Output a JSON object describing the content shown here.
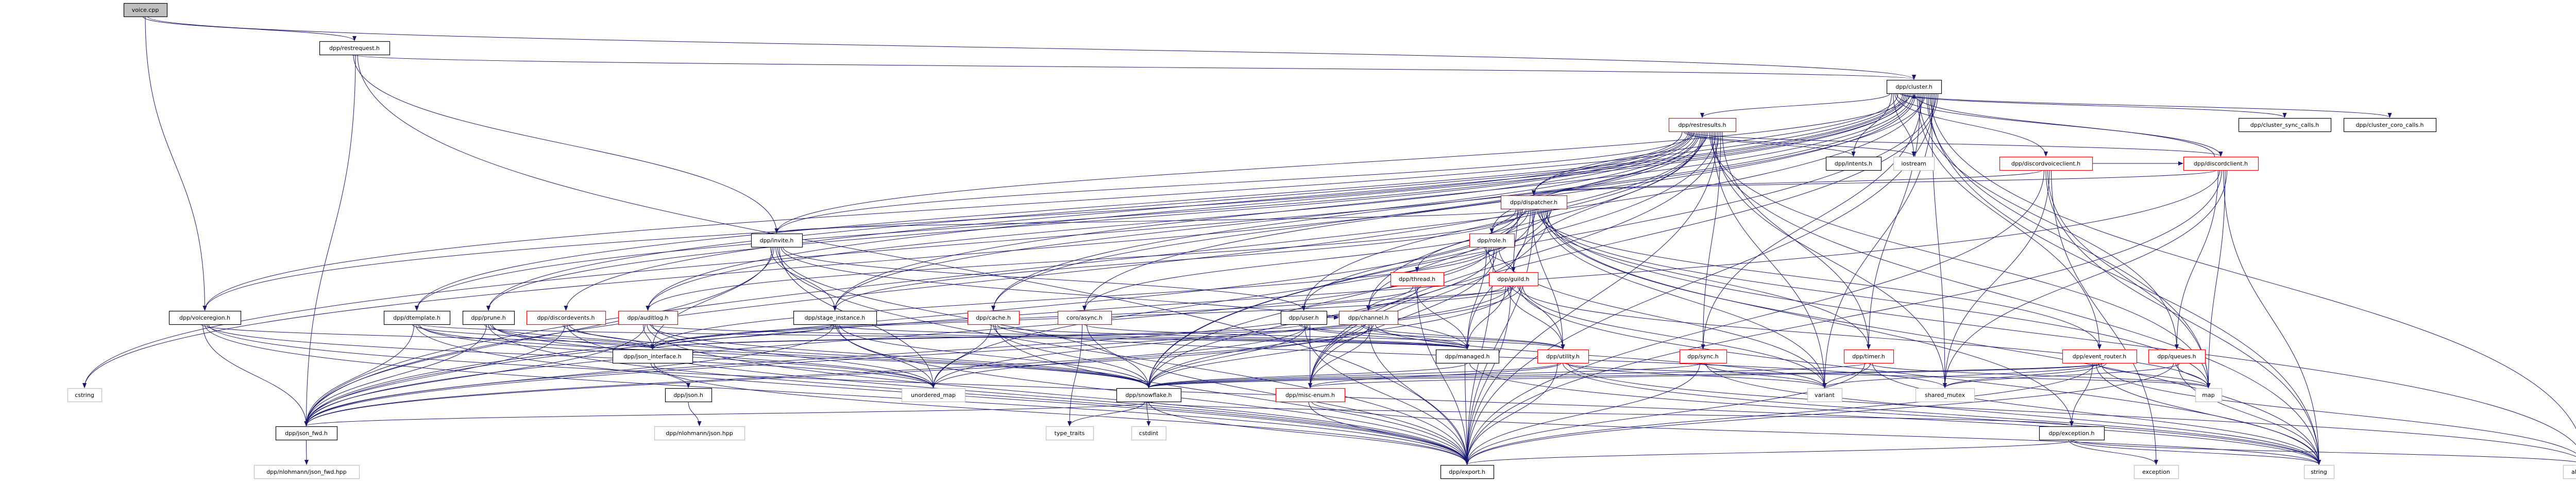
{
  "title": "voice.cpp include dependency graph",
  "colors": {
    "edge": "#191970",
    "root_fill": "#bfbfbf",
    "normal_border": "#000000",
    "truncated_border": "#ff0000",
    "system_border": "#bfbfbf"
  },
  "nodes": [
    {
      "id": "voice",
      "label": "voice.cpp",
      "kind": "root"
    },
    {
      "id": "restrequest",
      "label": "dpp/restrequest.h",
      "kind": "normal"
    },
    {
      "id": "cluster",
      "label": "dpp/cluster.h",
      "kind": "normal"
    },
    {
      "id": "restresults",
      "label": "dpp/restresults.h",
      "kind": "truncated"
    },
    {
      "id": "sync_calls",
      "label": "dpp/cluster_sync_calls.h",
      "kind": "normal"
    },
    {
      "id": "coro_calls",
      "label": "dpp/cluster_coro_calls.h",
      "kind": "normal"
    },
    {
      "id": "intents",
      "label": "dpp/intents.h",
      "kind": "normal"
    },
    {
      "id": "iostream",
      "label": "iostream",
      "kind": "system"
    },
    {
      "id": "dvc",
      "label": "dpp/discordvoiceclient.h",
      "kind": "truncated"
    },
    {
      "id": "dc",
      "label": "dpp/discordclient.h",
      "kind": "truncated"
    },
    {
      "id": "dispatcher",
      "label": "dpp/dispatcher.h",
      "kind": "truncated"
    },
    {
      "id": "invite",
      "label": "dpp/invite.h",
      "kind": "normal"
    },
    {
      "id": "role",
      "label": "dpp/role.h",
      "kind": "truncated"
    },
    {
      "id": "thread",
      "label": "dpp/thread.h",
      "kind": "truncated"
    },
    {
      "id": "guild",
      "label": "dpp/guild.h",
      "kind": "truncated"
    },
    {
      "id": "voiceregion",
      "label": "dpp/voiceregion.h",
      "kind": "normal"
    },
    {
      "id": "dtemplate",
      "label": "dpp/dtemplate.h",
      "kind": "normal"
    },
    {
      "id": "prune",
      "label": "dpp/prune.h",
      "kind": "normal"
    },
    {
      "id": "devents",
      "label": "dpp/discordevents.h",
      "kind": "truncated"
    },
    {
      "id": "auditlog",
      "label": "dpp/auditlog.h",
      "kind": "truncated"
    },
    {
      "id": "stage",
      "label": "dpp/stage_instance.h",
      "kind": "normal"
    },
    {
      "id": "cache",
      "label": "dpp/cache.h",
      "kind": "truncated"
    },
    {
      "id": "async",
      "label": "coro/async.h",
      "kind": "truncated"
    },
    {
      "id": "user",
      "label": "dpp/user.h",
      "kind": "normal"
    },
    {
      "id": "channel",
      "label": "dpp/channel.h",
      "kind": "truncated"
    },
    {
      "id": "jsonif",
      "label": "dpp/json_interface.h",
      "kind": "normal"
    },
    {
      "id": "managed",
      "label": "dpp/managed.h",
      "kind": "normal"
    },
    {
      "id": "utility",
      "label": "dpp/utility.h",
      "kind": "truncated"
    },
    {
      "id": "sync",
      "label": "dpp/sync.h",
      "kind": "truncated"
    },
    {
      "id": "timer",
      "label": "dpp/timer.h",
      "kind": "truncated"
    },
    {
      "id": "evrouter",
      "label": "dpp/event_router.h",
      "kind": "truncated"
    },
    {
      "id": "queues",
      "label": "dpp/queues.h",
      "kind": "truncated"
    },
    {
      "id": "cstring",
      "label": "cstring",
      "kind": "system"
    },
    {
      "id": "json",
      "label": "dpp/json.h",
      "kind": "normal"
    },
    {
      "id": "umap",
      "label": "unordered_map",
      "kind": "system"
    },
    {
      "id": "snowflake",
      "label": "dpp/snowflake.h",
      "kind": "normal"
    },
    {
      "id": "miscenum",
      "label": "dpp/misc-enum.h",
      "kind": "truncated"
    },
    {
      "id": "variant",
      "label": "variant",
      "kind": "system"
    },
    {
      "id": "smutex",
      "label": "shared_mutex",
      "kind": "system"
    },
    {
      "id": "map",
      "label": "map",
      "kind": "system"
    },
    {
      "id": "jsonfwd",
      "label": "dpp/json_fwd.h",
      "kind": "normal"
    },
    {
      "id": "jsonhpp",
      "label": "dpp/nlohmann/json.hpp",
      "kind": "system"
    },
    {
      "id": "typetraits",
      "label": "type_traits",
      "kind": "system"
    },
    {
      "id": "cstdint",
      "label": "cstdint",
      "kind": "system"
    },
    {
      "id": "exch",
      "label": "dpp/exception.h",
      "kind": "normal"
    },
    {
      "id": "jsonfwdhpp",
      "label": "dpp/nlohmann/json_fwd.hpp",
      "kind": "system"
    },
    {
      "id": "export",
      "label": "dpp/export.h",
      "kind": "normal"
    },
    {
      "id": "exception",
      "label": "exception",
      "kind": "system"
    },
    {
      "id": "string",
      "label": "string",
      "kind": "system"
    },
    {
      "id": "algorithm",
      "label": "algorithm",
      "kind": "system"
    }
  ],
  "edges": {
    "voice": [
      "restrequest",
      "voiceregion",
      "cluster"
    ],
    "restrequest": [
      "cluster",
      "invite",
      "jsonfwd",
      "export"
    ],
    "cluster": [
      "restresults",
      "intents",
      "iostream",
      "dvc",
      "dc",
      "dispatcher",
      "sync_calls",
      "coro_calls",
      "voiceregion",
      "dtemplate",
      "prune",
      "auditlog",
      "devents",
      "invite",
      "stage",
      "cache",
      "async",
      "evrouter",
      "queues",
      "timer",
      "sync",
      "jsonfwd",
      "cstring",
      "map",
      "string",
      "algorithm",
      "smutex",
      "variant",
      "export",
      "snowflake",
      "miscenum"
    ],
    "restresults": [
      "dispatcher",
      "intents",
      "iostream",
      "dc",
      "voiceregion",
      "dtemplate",
      "prune",
      "auditlog",
      "invite",
      "stage",
      "cache",
      "role",
      "guild",
      "channel",
      "user",
      "jsonfwd",
      "cstring",
      "map",
      "string",
      "variant",
      "smutex",
      "snowflake",
      "export",
      "miscenum",
      "sync",
      "timer"
    ],
    "dvc": [
      "dc",
      "dispatcher",
      "export",
      "string",
      "map",
      "smutex",
      "exception"
    ],
    "dc": [
      "cluster",
      "dispatcher",
      "queues",
      "jsonfwd",
      "export",
      "string",
      "map",
      "smutex"
    ],
    "dispatcher": [
      "role",
      "guild",
      "thread",
      "channel",
      "user",
      "invite",
      "stage",
      "auditlog",
      "jsonfwd",
      "managed",
      "utility",
      "export",
      "snowflake",
      "evrouter",
      "timer",
      "map",
      "variant",
      "string",
      "algorithm",
      "exch",
      "umap",
      "miscenum",
      "async"
    ],
    "role": [
      "guild",
      "managed",
      "utility",
      "jsonfwd",
      "jsonif",
      "export",
      "snowflake",
      "miscenum",
      "variant"
    ],
    "guild": [
      "channel",
      "managed",
      "utility",
      "jsonfwd",
      "export",
      "snowflake",
      "user",
      "jsonif",
      "map",
      "string",
      "umap",
      "variant"
    ],
    "thread": [
      "channel",
      "managed",
      "export",
      "jsonfwd",
      "jsonif"
    ],
    "channel": [
      "managed",
      "utility",
      "jsonfwd",
      "jsonif",
      "export",
      "snowflake",
      "miscenum",
      "umap",
      "variant"
    ],
    "user": [
      "channel",
      "managed",
      "utility",
      "jsonif",
      "export",
      "snowflake",
      "jsonfwd",
      "miscenum"
    ],
    "invite": [
      "stage",
      "jsonif",
      "jsonfwd",
      "export",
      "snowflake",
      "umap",
      "managed",
      "user"
    ],
    "stage": [
      "managed",
      "jsonif",
      "jsonfwd",
      "export",
      "umap",
      "snowflake"
    ],
    "cache": [
      "managed",
      "umap",
      "snowflake",
      "export",
      "smutex"
    ],
    "async": [
      "typetraits",
      "utility",
      "export"
    ],
    "voiceregion": [
      "jsonif",
      "jsonfwd",
      "export",
      "umap",
      "string"
    ],
    "dtemplate": [
      "jsonif",
      "jsonfwd",
      "export",
      "snowflake",
      "umap",
      "managed"
    ],
    "prune": [
      "jsonif",
      "jsonfwd",
      "export",
      "snowflake",
      "umap"
    ],
    "devents": [
      "jsonif",
      "jsonfwd",
      "export",
      "snowflake"
    ],
    "auditlog": [
      "jsonif",
      "jsonfwd",
      "export",
      "managed",
      "snowflake",
      "umap"
    ],
    "jsonif": [
      "json",
      "export"
    ],
    "json": [
      "jsonhpp"
    ],
    "jsonfwd": [
      "jsonfwdhpp"
    ],
    "managed": [
      "export",
      "snowflake",
      "string"
    ],
    "utility": [
      "export",
      "snowflake",
      "miscenum",
      "string",
      "map",
      "variant",
      "algorithm"
    ],
    "sync": [
      "export",
      "snowflake",
      "variant",
      "string"
    ],
    "timer": [
      "export",
      "snowflake",
      "map",
      "variant",
      "string"
    ],
    "evrouter": [
      "exch",
      "export",
      "string",
      "map",
      "variant",
      "algorithm",
      "snowflake",
      "miscenum",
      "smutex"
    ],
    "queues": [
      "export",
      "map",
      "string",
      "smutex"
    ],
    "snowflake": [
      "typetraits",
      "cstdint",
      "export",
      "exch",
      "jsonfwd"
    ],
    "miscenum": [
      "export",
      "string"
    ],
    "exch": [
      "exception",
      "string",
      "algorithm",
      "export"
    ]
  }
}
